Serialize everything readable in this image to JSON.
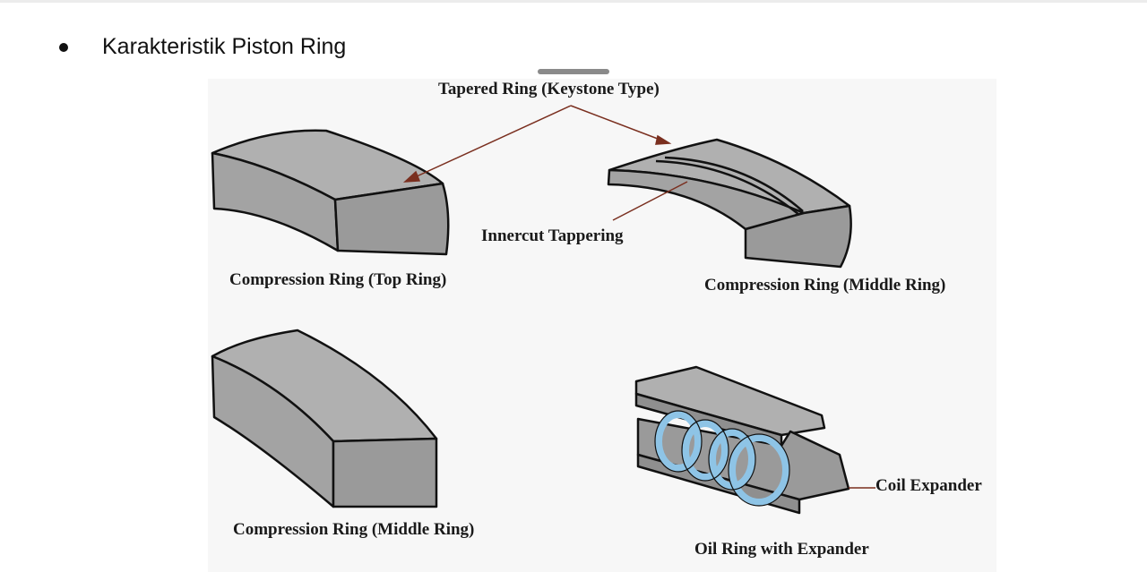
{
  "document": {
    "bullet_text": "Karakteristik Piston Ring"
  },
  "figure": {
    "labels": {
      "tapered_ring": "Tapered Ring (Keystone Type)",
      "innercut_tapering": "Innercut Tappering",
      "compression_top": "Compression Ring (Top Ring)",
      "compression_middle_right": "Compression Ring (Middle Ring)",
      "compression_middle_left": "Compression Ring (Middle Ring)",
      "coil_expander": "Coil Expander",
      "oil_ring": "Oil Ring with Expander"
    },
    "colors": {
      "ring_fill": "#a3a3a3",
      "ring_dark": "#8f8f8f",
      "outline": "#111111",
      "leader_line": "#7a2f1f",
      "coil": "#8ec4e6"
    }
  }
}
